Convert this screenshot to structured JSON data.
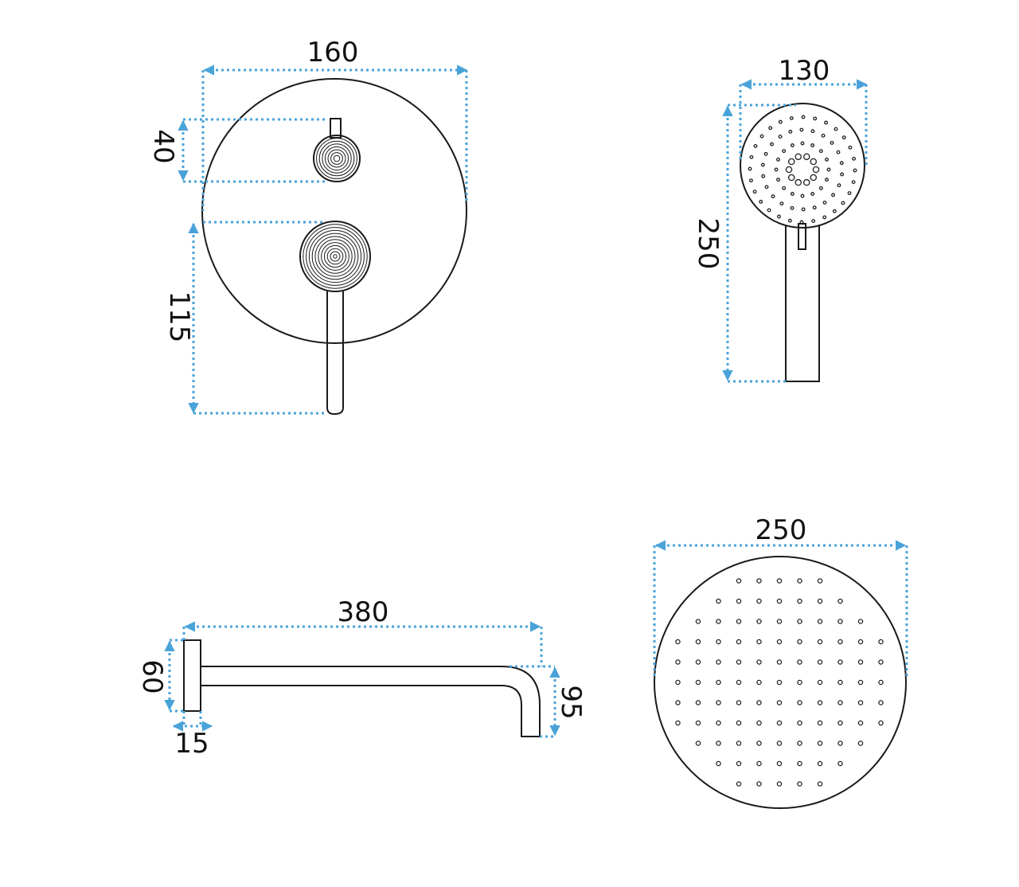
{
  "colors": {
    "outline": "#1a1a1a",
    "dimension": "#4aa3d8",
    "background": "#ffffff"
  },
  "mixer": {
    "width_label": "160",
    "knob_spacing_label": "40",
    "lever_length_label": "115"
  },
  "hand_shower": {
    "head_width_label": "130",
    "length_label": "250"
  },
  "shower_arm": {
    "length_label": "380",
    "flange_height_label": "60",
    "flange_depth_label": "15",
    "drop_label": "95"
  },
  "rain_shower": {
    "diameter_label": "250"
  }
}
